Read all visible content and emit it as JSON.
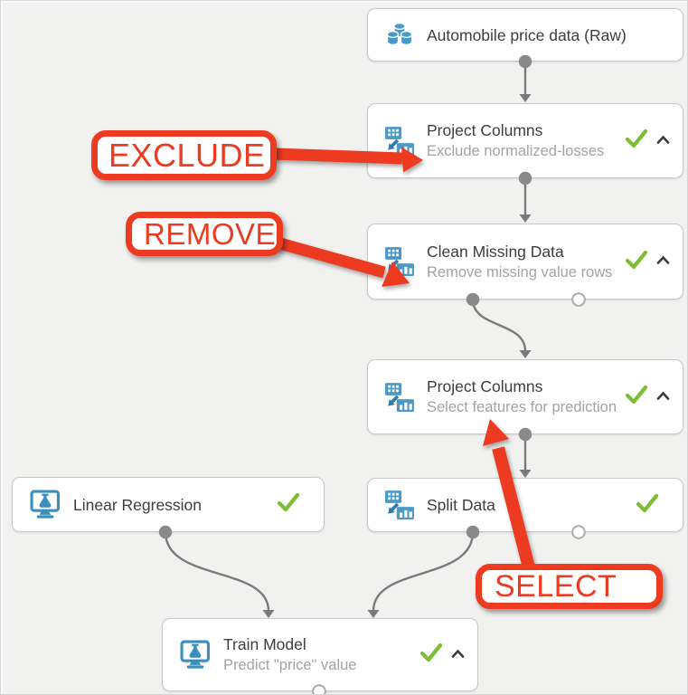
{
  "app": {
    "description_label": "Azure ML experiment canvas"
  },
  "colors": {
    "canvas_background": "#f1f1f0",
    "annotation_red": "#ec3b20",
    "status_check_green": "#7cbd33",
    "module_icon_blue": "#4a9ac9",
    "module_icon_dark_blue": "#2f7cab",
    "connector_gray": "#7a7a7a"
  },
  "nodes": [
    {
      "id": "dataset",
      "title": "Automobile price data (Raw)",
      "subtitle": "",
      "icon": "dataset-cylinders-icon",
      "status": ""
    },
    {
      "id": "project-columns-1",
      "title": "Project Columns",
      "subtitle": "Exclude normalized-losses",
      "icon": "columns-module-icon",
      "status": "completed",
      "collapsible": true
    },
    {
      "id": "clean-missing-data",
      "title": "Clean Missing Data",
      "subtitle": "Remove missing value rows",
      "icon": "columns-module-icon",
      "status": "completed",
      "collapsible": true
    },
    {
      "id": "project-columns-2",
      "title": "Project Columns",
      "subtitle": "Select features for prediction",
      "icon": "columns-module-icon",
      "status": "completed",
      "collapsible": true
    },
    {
      "id": "linear-regression",
      "title": "Linear Regression",
      "subtitle": "",
      "icon": "model-monitor-flask-icon",
      "status": "completed"
    },
    {
      "id": "split-data",
      "title": "Split Data",
      "subtitle": "",
      "icon": "columns-module-icon",
      "status": "completed"
    },
    {
      "id": "train-model",
      "title": "Train Model",
      "subtitle": "Predict \"price\" value",
      "icon": "model-monitor-flask-icon",
      "status": "completed",
      "collapsible": true
    }
  ],
  "annotations": [
    {
      "label": "EXCLUDE",
      "target": "project-columns-1"
    },
    {
      "label": "REMOVE",
      "target": "clean-missing-data"
    },
    {
      "label": "SELECT",
      "target": "project-columns-2"
    }
  ]
}
